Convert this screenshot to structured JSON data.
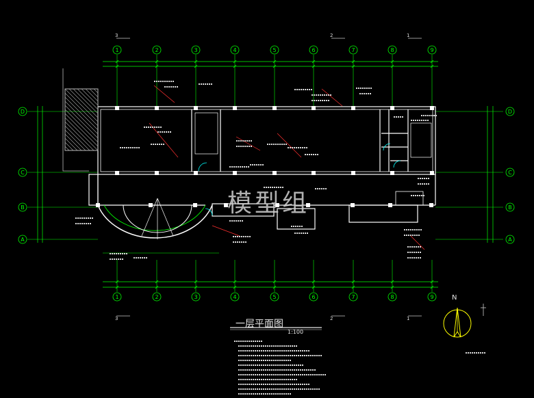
{
  "watermark": "模型组",
  "drawing": {
    "title": "一层平面图",
    "scale": "1:100",
    "north_label": "N",
    "column_labels": [
      "1",
      "2",
      "3",
      "4",
      "5",
      "6",
      "7",
      "8",
      "9"
    ],
    "row_labels": [
      "D",
      "C",
      "B",
      "A"
    ],
    "section_marks_top": [
      "3",
      "2",
      "1"
    ],
    "section_marks_bottom": [
      "3",
      "2",
      "1"
    ]
  },
  "colors": {
    "background": "#000000",
    "axis": "#00ff00",
    "wall": "#ffffff",
    "hatch": "#9a9a9a",
    "annotation_red": "#ff3030",
    "text": "#e6e6e6",
    "compass": "#ffff00",
    "door": "#00ffff",
    "wall_fill": "#c0c0c0"
  }
}
